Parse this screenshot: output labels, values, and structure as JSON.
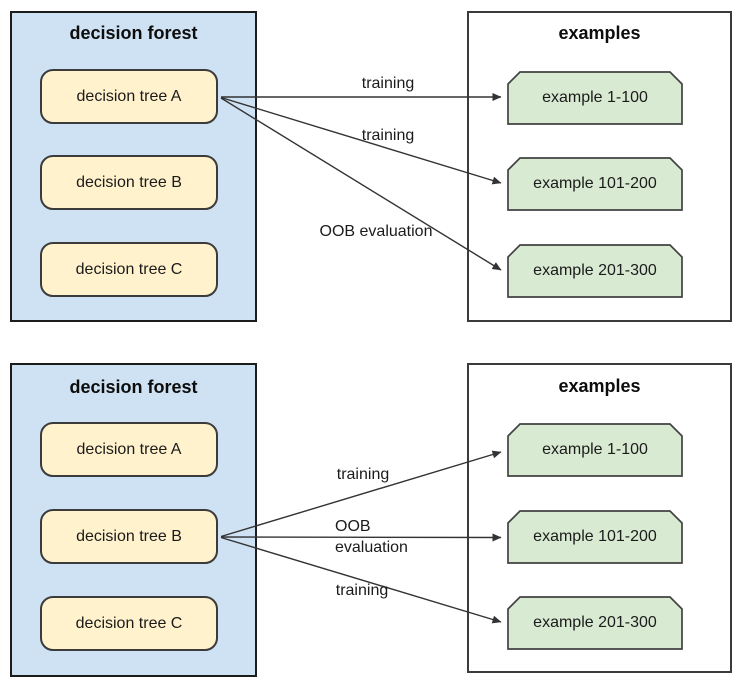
{
  "palette": {
    "forest_fill": "#cfe2f3",
    "forest_border": "#1c1c1c",
    "tree_fill": "#fff2cc",
    "tree_border": "#3b3b3b",
    "examples_fill": "#ffffff",
    "examples_border": "#3b3b3b",
    "example_fill": "#d9ead3",
    "example_border": "#424242",
    "arrow_color": "#333333",
    "text_color": "#1b1b1b"
  },
  "diagram_top": {
    "forest": {
      "title": "decision forest",
      "trees": [
        "decision tree A",
        "decision tree B",
        "decision tree C"
      ]
    },
    "examples": {
      "title": "examples",
      "items": [
        "example 1-100",
        "example 101-200",
        "example 201-300"
      ]
    },
    "arrows": [
      {
        "from": "decision tree A",
        "to": "example 1-100",
        "label": "training"
      },
      {
        "from": "decision tree A",
        "to": "example 101-200",
        "label": "training"
      },
      {
        "from": "decision tree A",
        "to": "example 201-300",
        "label": "OOB evaluation"
      }
    ]
  },
  "diagram_bottom": {
    "forest": {
      "title": "decision forest",
      "trees": [
        "decision tree A",
        "decision tree B",
        "decision tree C"
      ]
    },
    "examples": {
      "title": "examples",
      "items": [
        "example 1-100",
        "example 101-200",
        "example 201-300"
      ]
    },
    "arrows": [
      {
        "from": "decision tree B",
        "to": "example 1-100",
        "label": "training"
      },
      {
        "from": "decision tree B",
        "to": "example 101-200",
        "label": "OOB\nevaluation"
      },
      {
        "from": "decision tree B",
        "to": "example 201-300",
        "label": "training"
      }
    ]
  }
}
